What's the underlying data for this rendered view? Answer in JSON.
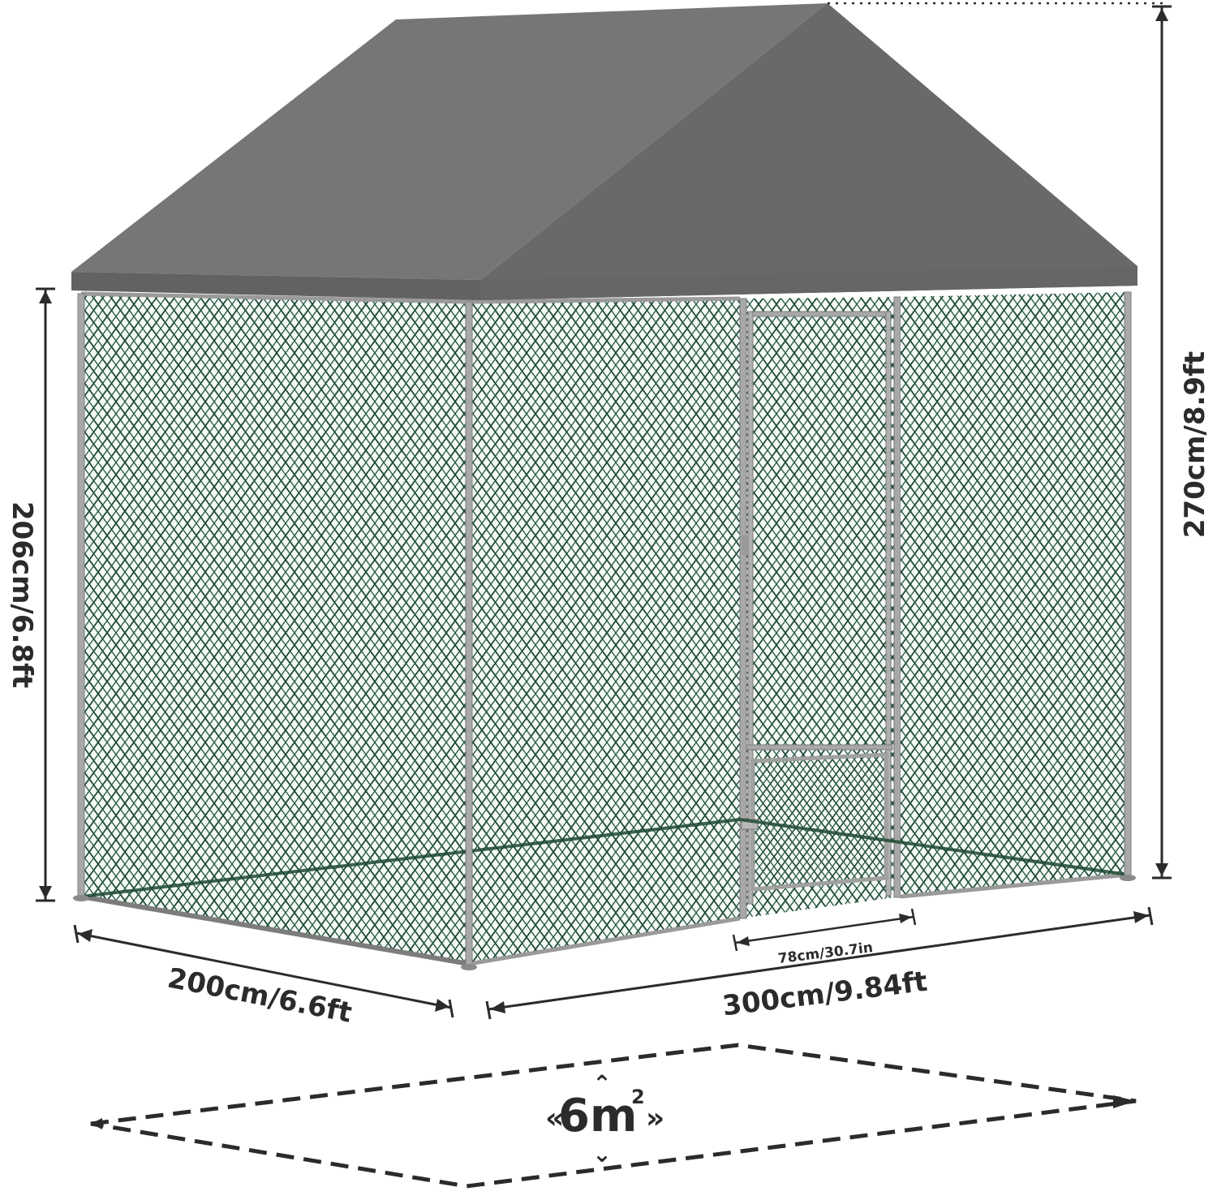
{
  "product": "outdoor-kennel-with-roof",
  "colors": {
    "roof_light": "#7a7a7a",
    "roof_dark": "#686868",
    "roof_edge": "#5e5e5e",
    "mesh_green": "#1f4a33",
    "mesh_bg": "#f4f9f7",
    "frame_silver": "#a8a8a8",
    "frame_dark": "#7c7c7c",
    "dimension_ink": "#2b2b2b",
    "background": "#ffffff"
  },
  "dimensions": {
    "wall_height": "206cm/6.8ft",
    "total_height": "270cm/8.9ft",
    "depth": "200cm/6.6ft",
    "width": "300cm/9.84ft",
    "door_width": "78cm/30.7in",
    "area": {
      "value": "6m",
      "superscript": "2",
      "left_chevron": "«",
      "right_chevron": "»",
      "up_chevron": "⌃",
      "down_chevron": "⌄"
    }
  }
}
